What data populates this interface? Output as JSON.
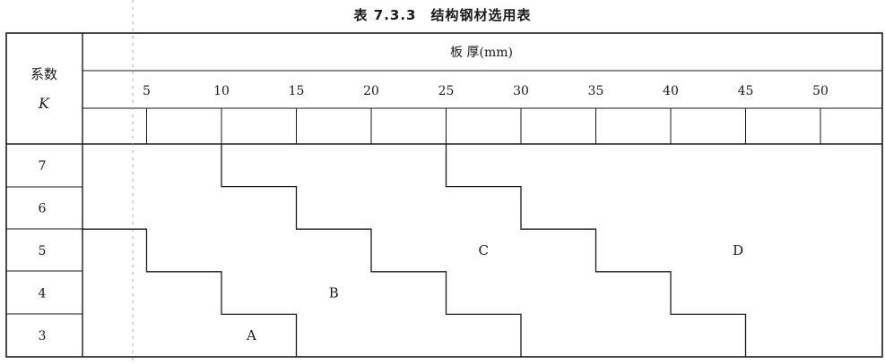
{
  "title": "表 7.3.3　结构钢材选用表",
  "header": {
    "row_header_line1": "系数",
    "row_header_line2": "K",
    "column_group_label": "板 厚(mm)"
  },
  "chart_data": {
    "type": "table",
    "x_axis_label": "板 厚(mm)",
    "x_ticks": [
      5,
      10,
      15,
      20,
      25,
      30,
      35,
      40,
      45,
      50
    ],
    "k_values": [
      7,
      6,
      5,
      4,
      3
    ],
    "regions": [
      "A",
      "B",
      "C",
      "D"
    ],
    "boundaries": [
      {
        "between": [
          "A",
          "B"
        ],
        "thickness_limit_by_k": {
          "3": 15,
          "4": 10,
          "5": 5
        }
      },
      {
        "between": [
          "B",
          "C"
        ],
        "thickness_limit_by_k": {
          "3": 30,
          "4": 25,
          "5": 20,
          "6": 15,
          "7": 10
        }
      },
      {
        "between": [
          "C",
          "D"
        ],
        "thickness_limit_by_k": {
          "3": 45,
          "4": 40,
          "5": 35,
          "6": 30,
          "7": 25
        }
      }
    ]
  }
}
